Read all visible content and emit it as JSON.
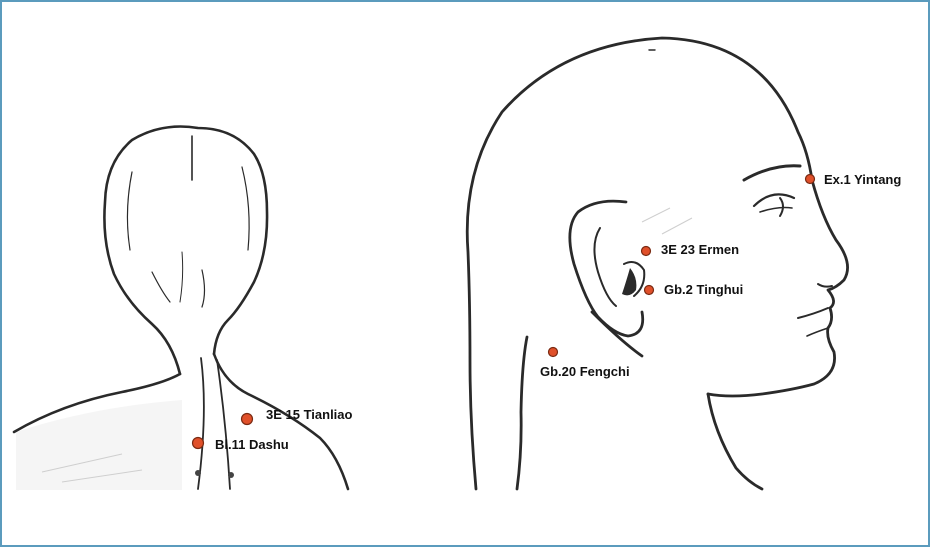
{
  "diagram": {
    "frame_color": "#5b9bbd",
    "point_color": "#e0502a",
    "points": [
      {
        "id": "tianliao",
        "label": "3E 15 Tianliao"
      },
      {
        "id": "dashu",
        "label": "Bl.11 Dashu"
      },
      {
        "id": "ermen",
        "label": "3E 23 Ermen"
      },
      {
        "id": "tinghui",
        "label": "Gb.2 Tinghui"
      },
      {
        "id": "fengchi",
        "label": "Gb.20 Fengchi"
      },
      {
        "id": "yintang",
        "label": "Ex.1 Yintang"
      }
    ]
  }
}
